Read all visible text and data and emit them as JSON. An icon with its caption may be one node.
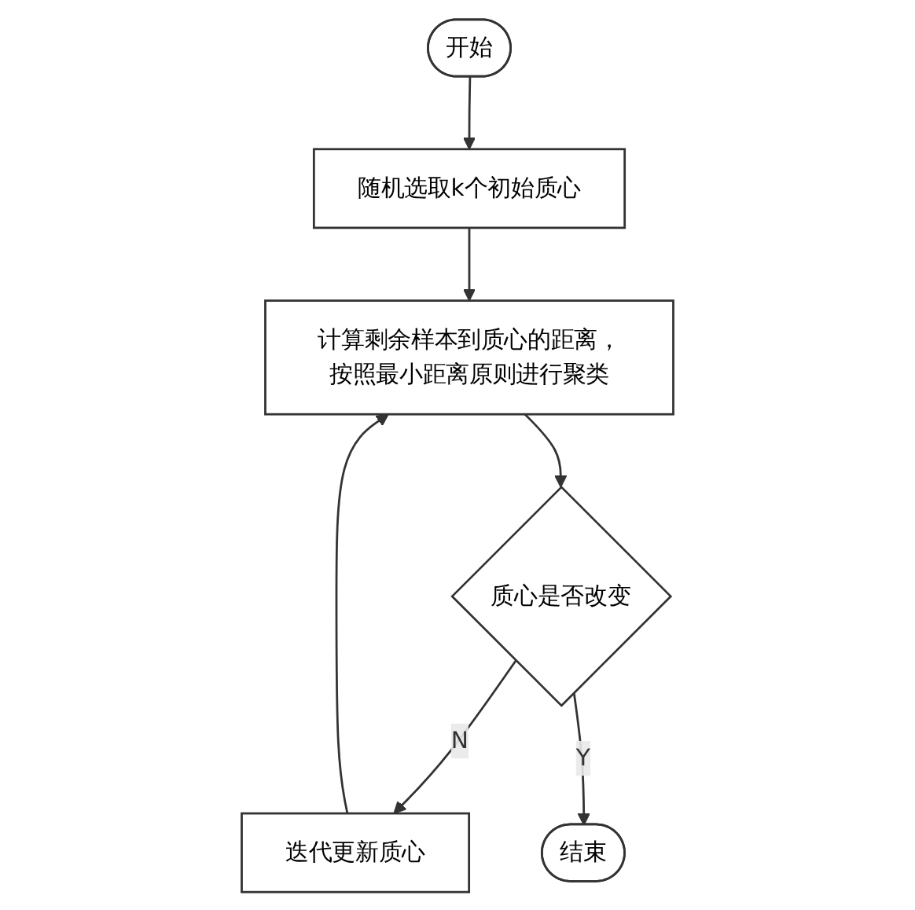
{
  "diagram": {
    "nodes": [
      {
        "text": [
          "开始"
        ]
      },
      {
        "text": [
          "随机选取k个初始质心"
        ]
      },
      {
        "text": [
          "计算剩余样本到质心的距离，按照最小距离原则进行聚类"
        ]
      },
      {
        "text": [
          "质心是否改变"
        ]
      },
      {
        "text": [
          "迭代更新质心"
        ]
      },
      {
        "text": [
          "结束"
        ]
      }
    ],
    "edges": [
      {
        "from": 0,
        "to": 1,
        "arrow": "to"
      },
      {
        "from": 1,
        "to": 2,
        "arrow": "to"
      },
      {
        "from": 2,
        "to": 3,
        "arrow": "to"
      },
      {
        "from": 3,
        "to": 4,
        "arrow": "to",
        "label": "N"
      },
      {
        "from": 4,
        "to": 2,
        "arrow": "to"
      },
      {
        "from": 3,
        "to": 5,
        "arrow": "to",
        "label": "Y"
      }
    ]
  }
}
